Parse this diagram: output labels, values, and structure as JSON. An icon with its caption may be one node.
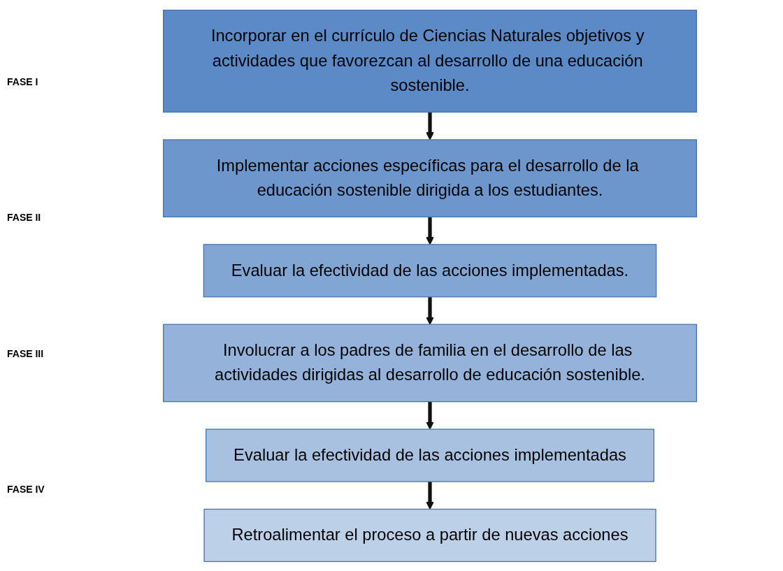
{
  "diagram": {
    "nodes": [
      {
        "text": [
          "Incorporar en el currículo de Ciencias Naturales objetivos y actividades que favorezcan al desarrollo de una educación sostenible."
        ]
      },
      {
        "text": [
          "Implementar acciones específicas para el desarrollo de la educación sostenible dirigida a los estudiantes."
        ]
      },
      {
        "text": [
          "Evaluar la efectividad de las acciones implementadas."
        ]
      },
      {
        "text": [
          "Involucrar a los padres de familia en el desarrollo de las actividades dirigidas al desarrollo de educación sostenible."
        ]
      },
      {
        "text": [
          "Evaluar la efectividad de las acciones implementadas"
        ]
      },
      {
        "text": [
          "Retroalimentar el proceso a partir de nuevas acciones"
        ]
      }
    ],
    "edges": [
      {
        "from": 0,
        "to": 1,
        "arrow": "to"
      },
      {
        "from": 1,
        "to": 2,
        "arrow": "to"
      },
      {
        "from": 2,
        "to": 3,
        "arrow": "to"
      },
      {
        "from": 3,
        "to": 4,
        "arrow": "to"
      },
      {
        "from": 4,
        "to": 5,
        "arrow": "to"
      }
    ],
    "labels": [
      "FASE I",
      "FASE II",
      "FASE III",
      "FASE IV"
    ]
  }
}
